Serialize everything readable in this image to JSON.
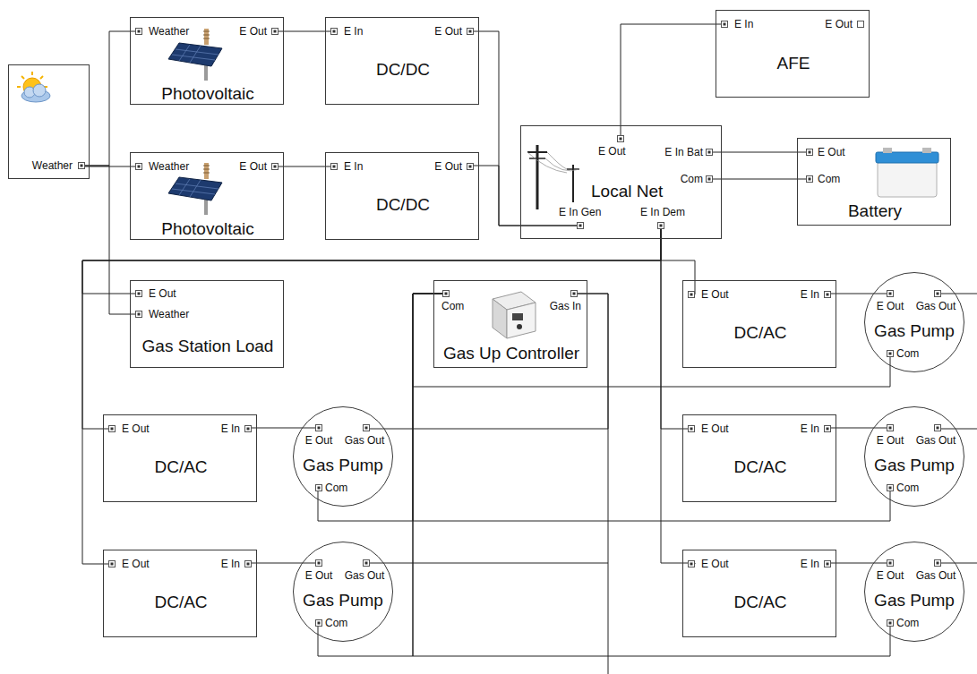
{
  "diagram": {
    "nodes": [
      {
        "text": [
          "Weather"
        ]
      },
      {
        "text": [
          "Weather",
          "E Out",
          "Photovoltaic"
        ]
      },
      {
        "text": [
          "E In",
          "E Out",
          "DC/DC"
        ]
      },
      {
        "text": [
          "E In",
          "E Out",
          "AFE"
        ]
      },
      {
        "text": [
          "E Out",
          "E In Bat",
          "Com",
          "Local Net",
          "E In Gen",
          "E In Dem"
        ]
      },
      {
        "text": [
          "E Out",
          "Com",
          "Battery"
        ]
      },
      {
        "text": [
          "Weather",
          "E Out",
          "Photovoltaic"
        ]
      },
      {
        "text": [
          "E In",
          "E Out",
          "DC/DC"
        ]
      },
      {
        "text": [
          "E Out",
          "Weather",
          "Gas Station Load"
        ]
      },
      {
        "text": [
          "Com",
          "Gas In",
          "Gas Up Controller"
        ]
      },
      {
        "text": [
          "E Out",
          "E In",
          "DC/AC"
        ]
      },
      {
        "text": [
          "E Out",
          "Gas Out",
          "Gas Pump",
          "Com"
        ]
      },
      {
        "text": [
          "E Out",
          "E In",
          "DC/AC"
        ]
      },
      {
        "text": [
          "E Out",
          "Gas Out",
          "Gas Pump",
          "Com"
        ]
      },
      {
        "text": [
          "E Out",
          "E In",
          "DC/AC"
        ]
      },
      {
        "text": [
          "E Out",
          "Gas Out",
          "Gas Pump",
          "Com"
        ]
      },
      {
        "text": [
          "E Out",
          "E In",
          "DC/AC"
        ]
      },
      {
        "text": [
          "E Out",
          "Gas Out",
          "Gas Pump",
          "Com"
        ]
      },
      {
        "text": [
          "E Out",
          "E In",
          "DC/AC"
        ]
      },
      {
        "text": [
          "E Out",
          "Gas Out",
          "Gas Pump",
          "Com"
        ]
      }
    ],
    "edges": [
      {
        "from": 0,
        "to": 1,
        "arrow": "none"
      },
      {
        "from": 0,
        "to": 6,
        "arrow": "none"
      },
      {
        "from": 0,
        "to": 8,
        "arrow": "none"
      },
      {
        "from": 1,
        "to": 2,
        "arrow": "none"
      },
      {
        "from": 6,
        "to": 7,
        "arrow": "none"
      },
      {
        "from": 2,
        "to": 4,
        "arrow": "none"
      },
      {
        "from": 7,
        "to": 4,
        "arrow": "none"
      },
      {
        "from": 4,
        "to": 3,
        "arrow": "none"
      },
      {
        "from": 4,
        "to": 5,
        "arrow": "none"
      },
      {
        "from": 4,
        "to": 5,
        "arrow": "none"
      },
      {
        "from": 4,
        "to": 8,
        "arrow": "none"
      },
      {
        "from": 4,
        "to": 12,
        "arrow": "none"
      },
      {
        "from": 4,
        "to": 16,
        "arrow": "none"
      },
      {
        "from": 4,
        "to": 10,
        "arrow": "none"
      },
      {
        "from": 4,
        "to": 14,
        "arrow": "none"
      },
      {
        "from": 4,
        "to": 18,
        "arrow": "none"
      },
      {
        "from": 10,
        "to": 11,
        "arrow": "none"
      },
      {
        "from": 12,
        "to": 13,
        "arrow": "none"
      },
      {
        "from": 14,
        "to": 15,
        "arrow": "none"
      },
      {
        "from": 16,
        "to": 17,
        "arrow": "none"
      },
      {
        "from": 18,
        "to": 19,
        "arrow": "none"
      },
      {
        "from": 9,
        "to": 11,
        "arrow": "none"
      },
      {
        "from": 9,
        "to": 13,
        "arrow": "none"
      },
      {
        "from": 9,
        "to": 15,
        "arrow": "none"
      },
      {
        "from": 9,
        "to": 17,
        "arrow": "none"
      },
      {
        "from": 9,
        "to": 19,
        "arrow": "none"
      },
      {
        "from": 13,
        "to": 9,
        "arrow": "none"
      },
      {
        "from": 17,
        "to": 9,
        "arrow": "none"
      }
    ]
  }
}
